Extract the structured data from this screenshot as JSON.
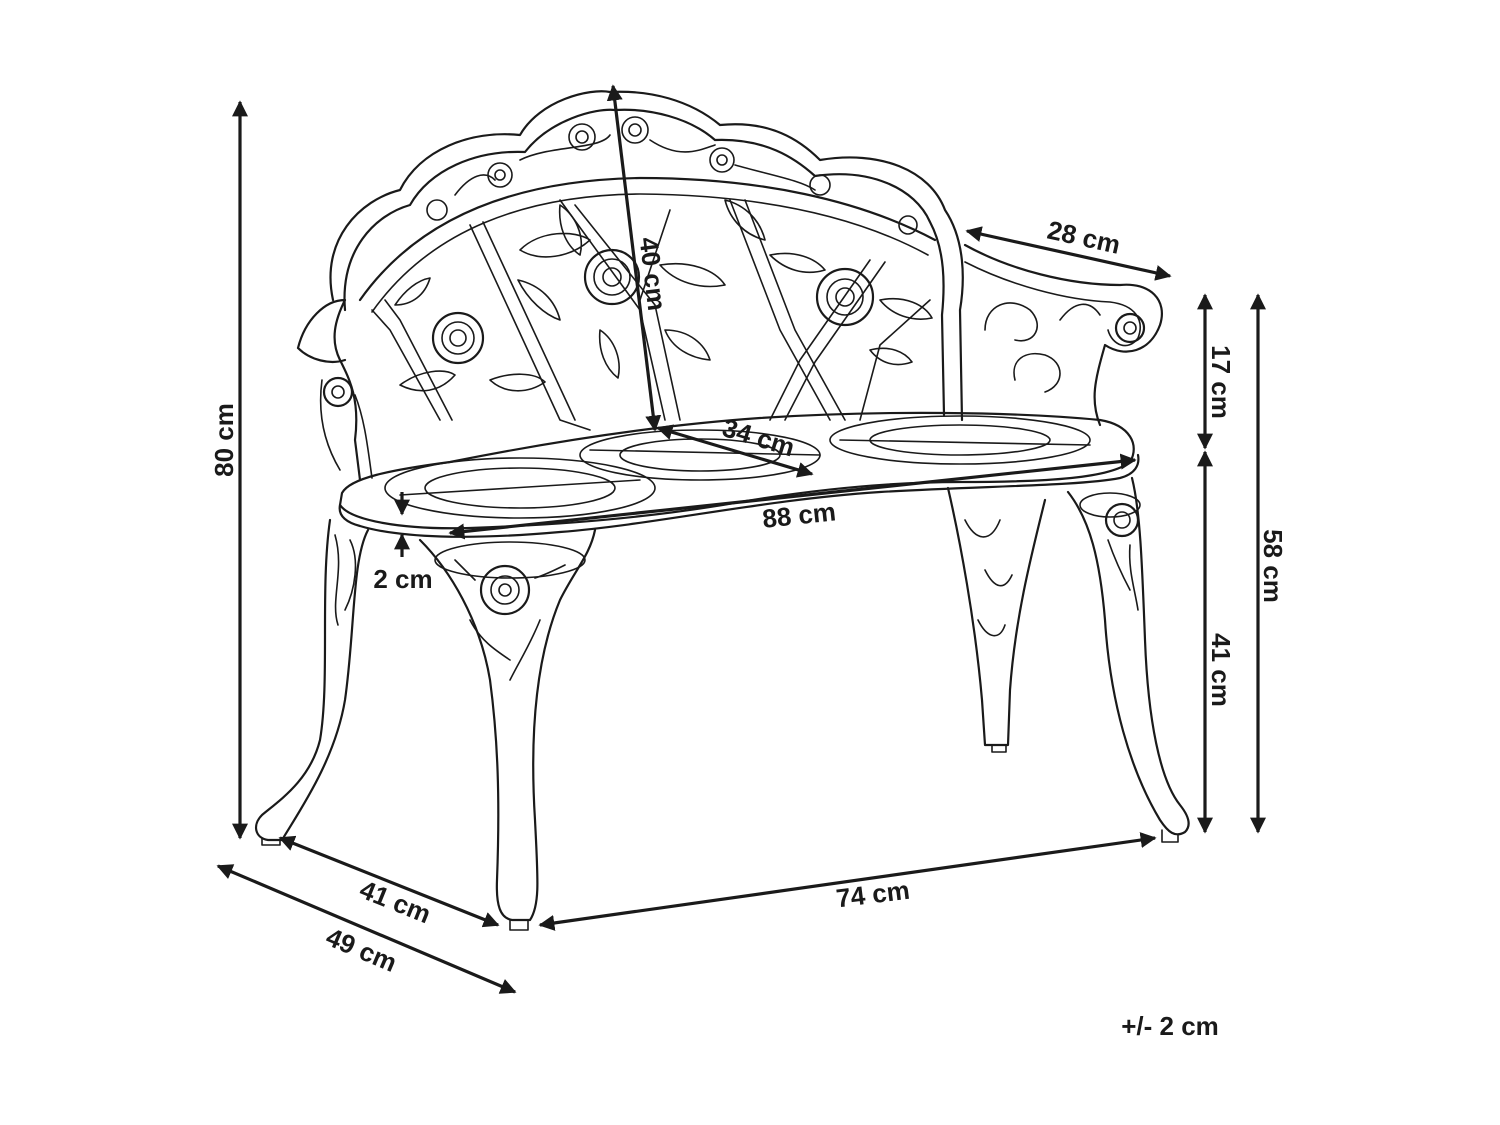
{
  "dimensions": {
    "total_height": "80 cm",
    "backrest_height": "40 cm",
    "armrest_length": "28 cm",
    "armrest_height": "17 cm",
    "seat_height": "41 cm",
    "arm_total_height": "58 cm",
    "seat_depth": "34 cm",
    "seat_width": "88 cm",
    "seat_thickness": "2 cm",
    "leg_depth": "41 cm",
    "leg_width": "74 cm",
    "total_depth": "49 cm"
  },
  "tolerance": "+/- 2 cm"
}
